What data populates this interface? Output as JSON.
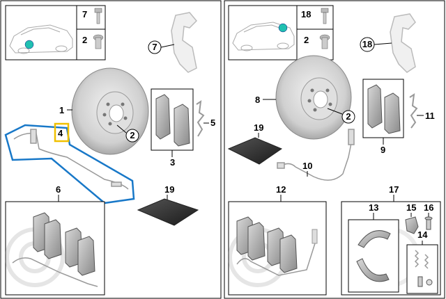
{
  "diagram": {
    "left_panel": {
      "top_box_items": [
        {
          "number": "7",
          "icon": "bolt-icon"
        },
        {
          "number": "2",
          "icon": "screw-icon"
        }
      ],
      "callouts": {
        "caliper_carrier": "7",
        "disc": "1",
        "disc_screw": "2",
        "wear_sensor": "4",
        "pad_set": "3",
        "spring": "5",
        "repair_kit": "6",
        "grease": "19"
      }
    },
    "right_panel": {
      "top_box_items": [
        {
          "number": "18",
          "icon": "bolt-icon"
        },
        {
          "number": "2",
          "icon": "screw-icon"
        }
      ],
      "callouts": {
        "caliper_carrier": "18",
        "disc": "8",
        "disc_screw": "2",
        "pad_set": "9",
        "spring": "11",
        "grease": "19",
        "wear_sensor": "10",
        "repair_kit": "12",
        "parking_brake_kit": "17",
        "brake_shoes": "13",
        "adjuster": "15",
        "spring_kit": "14",
        "pin": "16"
      }
    },
    "colors": {
      "highlight_blue": "#1878c8",
      "highlight_yellow": "#f0c000",
      "location_dot": "#20c0b0",
      "part_gray": "#cccccc",
      "grease_dark": "#333333"
    }
  }
}
